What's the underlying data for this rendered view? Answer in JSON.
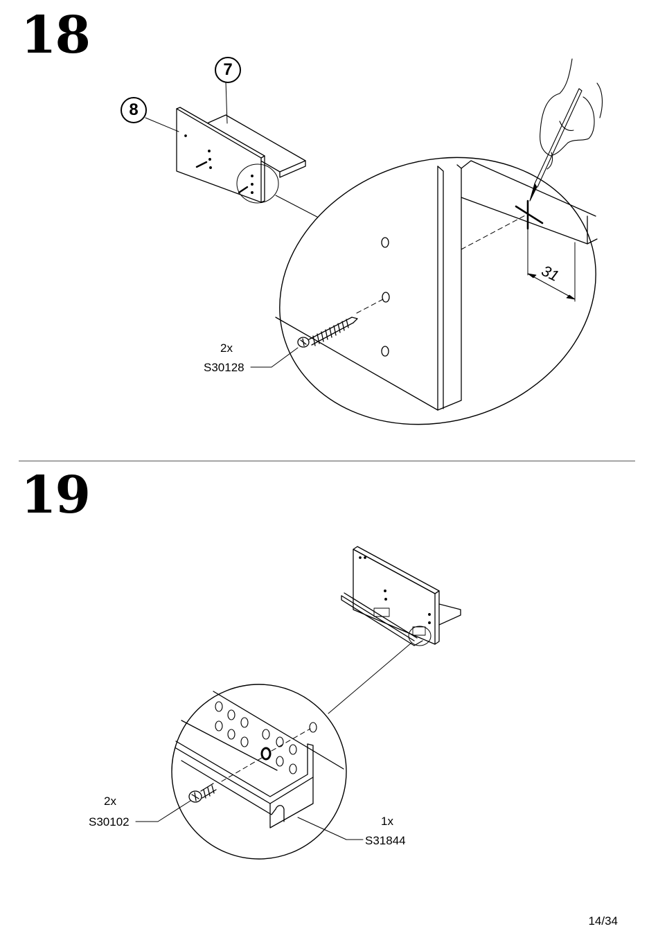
{
  "page_number": "14/34",
  "steps": [
    {
      "number": "18",
      "part_badges": [
        "7",
        "8"
      ],
      "dimension_label": "31",
      "hardware": [
        {
          "qty": "2x",
          "code": "S30128"
        }
      ]
    },
    {
      "number": "19",
      "hardware": [
        {
          "qty": "2x",
          "code": "S30102"
        },
        {
          "qty": "1x",
          "code": "S31844"
        }
      ]
    }
  ]
}
